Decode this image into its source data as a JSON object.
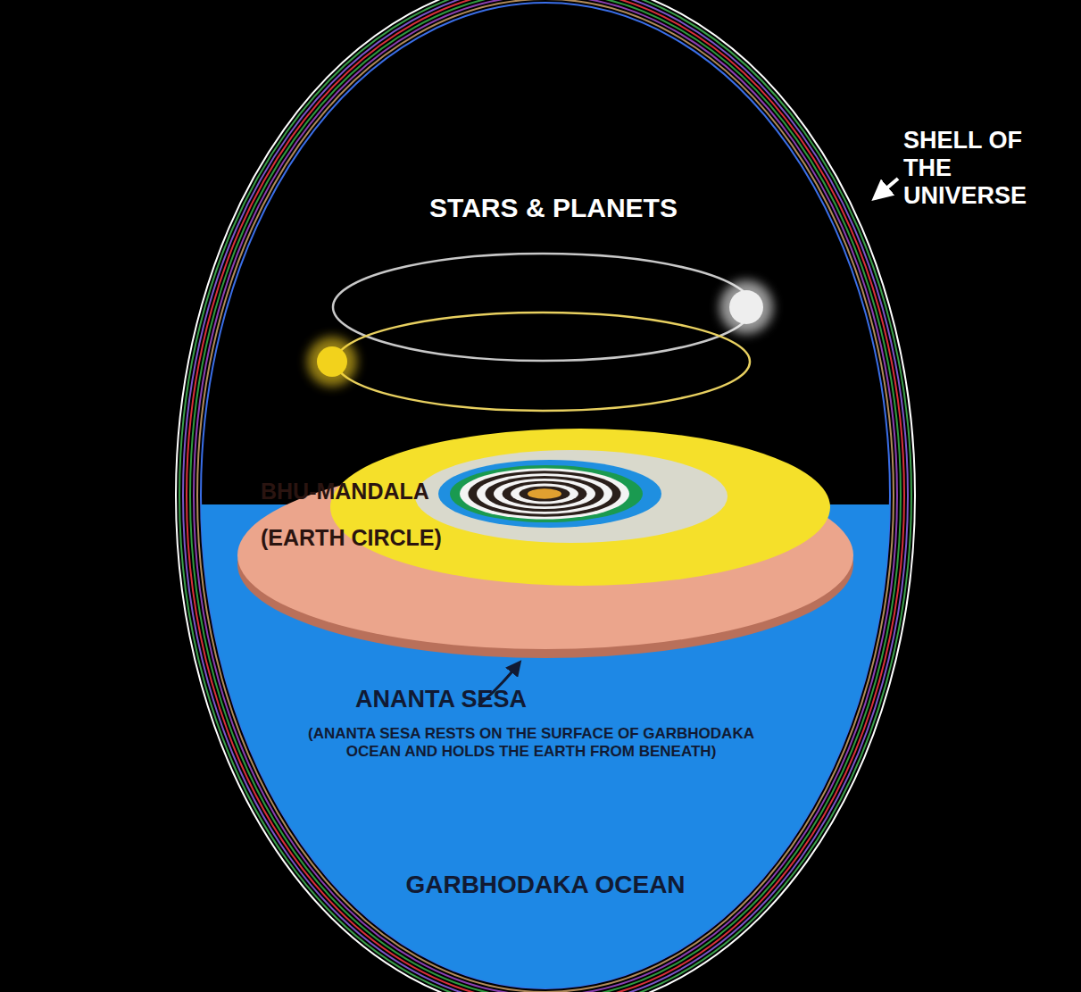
{
  "diagram": {
    "labels": [
      "SHELL OF THE UNIVERSE",
      "STARS & PLANETS",
      "BHU-MANDALA",
      "(EARTH CIRCLE)",
      "ANANTA SESA",
      "(ANANTA SESA RESTS ON THE SURFACE OF GARBHODAKA OCEAN AND HOLDS THE EARTH FROM BENEATH)",
      "GARBHODAKA OCEAN"
    ]
  }
}
